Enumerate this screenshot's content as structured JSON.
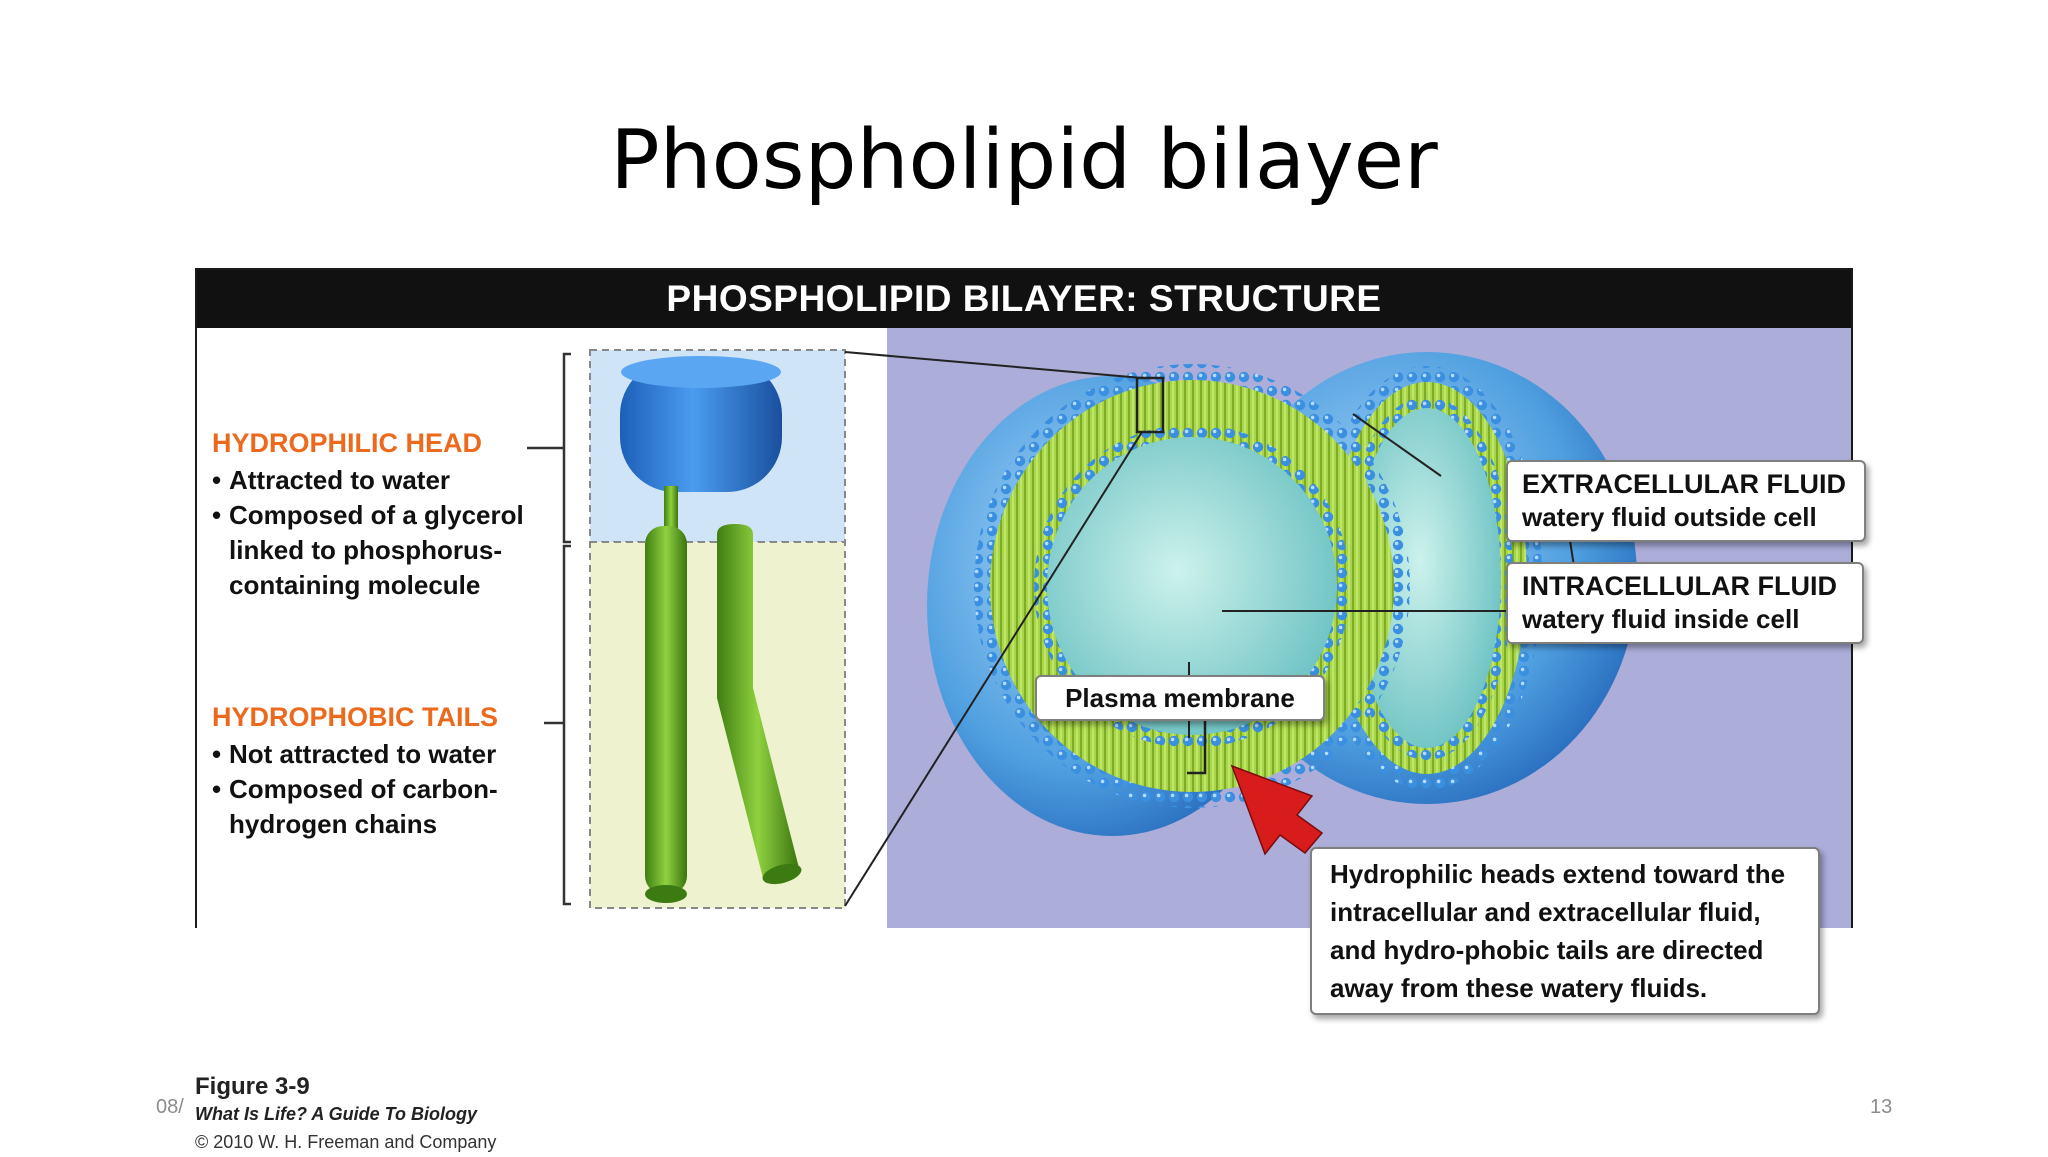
{
  "slide": {
    "title": "Phospholipid bilayer",
    "date": "08/",
    "page_number": "13"
  },
  "figure": {
    "header": "PHOSPHOLIPID BILAYER: STRUCTURE",
    "head": {
      "title": "HYDROPHILIC HEAD",
      "bullets": [
        "Attracted to water",
        "Composed of a glycerol linked to phosphorus-containing molecule"
      ]
    },
    "tails": {
      "title": "HYDROPHOBIC TAILS",
      "bullets": [
        "Not attracted to water",
        "Composed of carbon-hydrogen chains"
      ]
    },
    "extracellular": {
      "title": "EXTRACELLULAR FLUID",
      "subtitle": "watery fluid outside cell"
    },
    "intracellular": {
      "title": "INTRACELLULAR FLUID",
      "subtitle": "watery fluid inside cell"
    },
    "plasma_membrane": "Plasma membrane",
    "note": "Hydrophilic heads extend toward the intracellular and extracellular fluid, and hydro-phobic tails are directed away from these watery fluids.",
    "caption": {
      "number": "Figure 3-9",
      "book": "What Is Life? A Guide To Biology",
      "copyright": "© 2010 W. H. Freeman and Company"
    }
  },
  "colors": {
    "header_bg": "#111111",
    "label_orange": "#ec6a1e",
    "head_blue": "#2d7ed8",
    "tail_green": "#6bb52a",
    "panel_lavender": "#acadd9",
    "arrow_red": "#d81b1b"
  }
}
